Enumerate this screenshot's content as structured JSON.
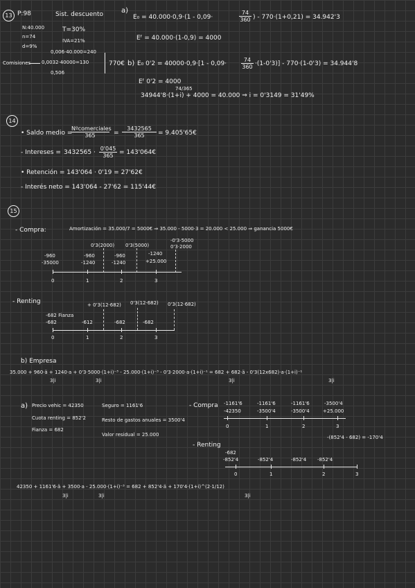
{
  "p13": {
    "number": "13",
    "given": [
      "P:98",
      "N:40.000",
      "n=74",
      "d=9%"
    ],
    "header": "Sist. descuento",
    "rates": [
      "T=30%",
      "IVA=21%"
    ],
    "commission_label": "Comisiones",
    "comm_top": "0,006·40.000=240",
    "comm_mid": "0,0032·40000=130",
    "comm_bot": "0,506",
    "comm_total": "770€",
    "part_a": "a)",
    "a_line1": "E₀ = 40.000·0,9·(1 - 0,09·",
    "a_frac_num": "74",
    "a_frac_den": "360",
    "a_line1_tail": ") - 770·(1+0,21) = 34.942'3",
    "a_line2": "Eᶠ = 40.000·(1-0,9) = 4000",
    "part_b": "b)",
    "b_line1": "E₀ 0'2 = 40000·0,9·[1 - 0,09·",
    "b_frac_num": "74",
    "b_frac_den": "360",
    "b_line1_tail": "·(1-0'3)] - 770·(1-0'3) = 34.944'8",
    "b_line2": "Eᶠ 0'2 = 4000",
    "b_exp": "74/365",
    "b_line3": "34944'8·(1+i)   + 4000 = 40.000 ⇒ i = 0'3149 = 31'49%"
  },
  "p14": {
    "number": "14",
    "saldo_label": "• Saldo medio =",
    "saldo_num": "Nºcomerciales",
    "saldo_den": "365",
    "saldo_eq": "=",
    "saldo_num2": "3432565",
    "saldo_den2": "365",
    "saldo_res": "= 9.405'65€",
    "interes_label": "- Intereses =",
    "interes_val": "3432565 ·",
    "interes_num": "0'045",
    "interes_den": "365",
    "interes_res": "= 143'064€",
    "retencion": "• Retención = 143'064 · 0'19 = 27'62€",
    "interes_neto": "- Interés neto = 143'064 - 27'62 = 115'44€"
  },
  "p15": {
    "number": "15",
    "compra_label": "- Compra:",
    "amortizacion": "Amortización = 35.000/7 = 5000€ ⇒ 35.000 - 5000·3 = 20.000 < 25.000 ⇒ ganancia 5000€",
    "compra_top": [
      "0'3(2000)",
      "0'3(5000)",
      "-0'3·5000",
      "0'3·2000"
    ],
    "compra_vals": [
      "-960",
      "-35000",
      "-960",
      "-1240",
      "-960",
      "-1240",
      "-1240",
      "+25.000"
    ],
    "axis1": [
      "0",
      "1",
      "2",
      "3"
    ],
    "renting_label": "- Renting",
    "renting_vals": [
      "-682 Fianza",
      "-682",
      "-612",
      "-682",
      "-682"
    ],
    "renting_top": [
      "+ 0'3(12·682)",
      "0'3(12·682)",
      "0'3(12·682)"
    ],
    "axis2": [
      "0",
      "1",
      "2",
      "3"
    ],
    "b_label": "b) Empresa",
    "b_eq": "35.000 + 960·ä + 1240·a + 0'3·5000·(1+i)⁻³ - 25.000·(1+i)⁻³ - 0'3·2000·a·(1+i)⁻¹ = 682 + 682·ä - 0'3(12x682)·a·(1+i)⁻¹",
    "b_sub": [
      "3|i",
      "3|i",
      "3|i",
      "3|i"
    ],
    "a_label": "a)",
    "pc_lines": [
      "Precio vehic = 42350",
      "Cuota renting = 852'2",
      "Fianza = 682"
    ],
    "seguro_lines": [
      "Seguro = 1161'6",
      "Resto de gastos anuales = 3500'4",
      "Valor residual = 25.000"
    ],
    "compra2_label": "- Compra",
    "compra2_vals": [
      [
        "-1161'6",
        "-42350"
      ],
      [
        "-1161'6",
        "-3500'4"
      ],
      [
        "-1161'6",
        "-3500'4"
      ],
      [
        "-3500'4",
        "+25.000"
      ]
    ],
    "axis3": [
      "0",
      "1",
      "2",
      "3"
    ],
    "renting2_label": "- Renting",
    "renting2_vals": [
      "-682",
      "-852'4",
      "-852'4",
      "-852'4",
      "-852'4"
    ],
    "renting2_top": "-(852'4 - 682) = -170'4",
    "axis4": [
      "0",
      "1",
      "2",
      "3"
    ],
    "final_eq": "42350 + 1161'6·ä + 3500·a - 25.000·(1+i)⁻³ = 682 + 852'4·ä + 170'4·(1+i)^(2·1/12)",
    "final_sub": [
      "3|i",
      "3|i",
      "3|i"
    ]
  }
}
